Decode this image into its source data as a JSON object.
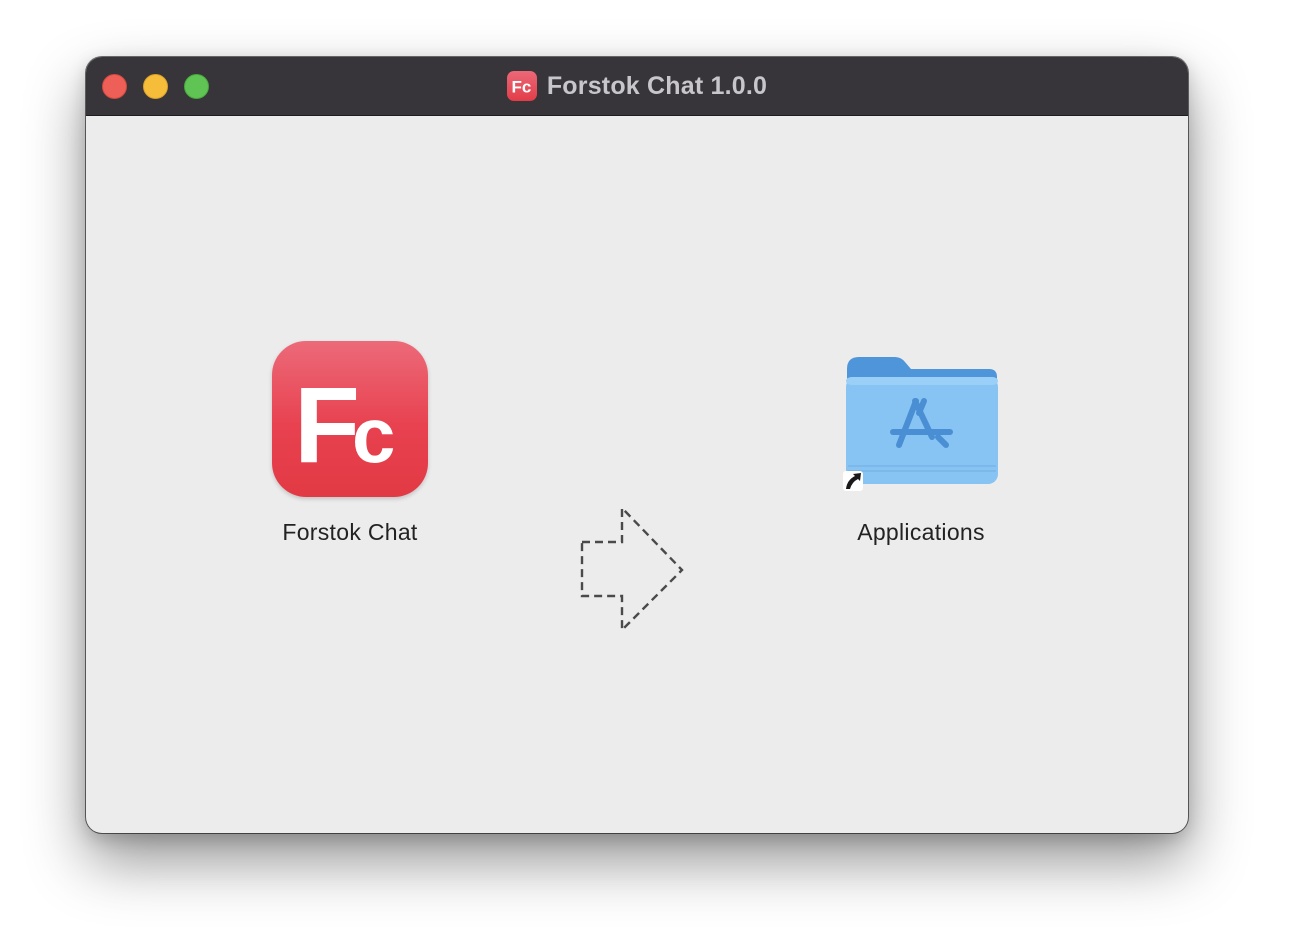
{
  "window": {
    "title": "Forstok Chat 1.0.0",
    "title_icon": "forstok-chat-app-icon"
  },
  "items": {
    "app": {
      "label": "Forstok Chat",
      "icon": "forstok-chat-app-icon",
      "icon_letters": "Fc"
    },
    "applications": {
      "label": "Applications",
      "icon": "applications-folder-icon",
      "alias_badge": "alias-arrow-icon"
    }
  },
  "arrow": {
    "icon": "drag-arrow-icon"
  },
  "colors": {
    "titlebar": "#37353a",
    "window_bg": "#ececec",
    "close": "#ee5f57",
    "minimize": "#f6bd3b",
    "maximize": "#5fc453",
    "app_icon_top": "#ec6a79",
    "app_icon_bottom": "#e23a44",
    "folder_front": "#87c3f3",
    "folder_back": "#4f95d9"
  }
}
